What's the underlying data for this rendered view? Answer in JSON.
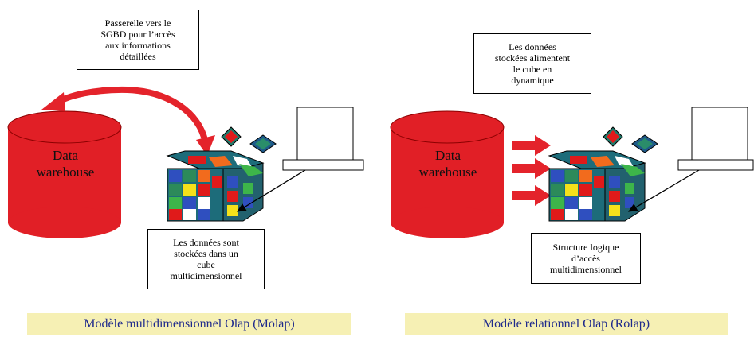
{
  "left": {
    "warehouse_label": "Data\nwarehouse",
    "note_top": "Passerelle vers le\nSGBD pour l’accès\naux informations\ndétaillées",
    "note_bottom": "Les données sont\nstockées dans un\ncube\nmultidimensionnel",
    "caption": "Modèle multidimensionnel Olap (Molap)"
  },
  "right": {
    "warehouse_label": "Data\nwarehouse",
    "note_top": "Les données\nstockées alimentent\nle cube en\ndynamique",
    "note_bottom": "Structure logique\nd’accès\nmultidimensionnel",
    "caption": "Modèle relationnel Olap (Rolap)"
  },
  "colors": {
    "cylinder_red": "#e11f26",
    "arrow_red": "#e4232b",
    "caption_bg": "#f6f0b4",
    "caption_text": "#1f2a8c"
  },
  "icons": [
    "data-warehouse-cylinder",
    "olap-cube-icon",
    "computer-terminal-icon",
    "red-arrow-icon"
  ]
}
